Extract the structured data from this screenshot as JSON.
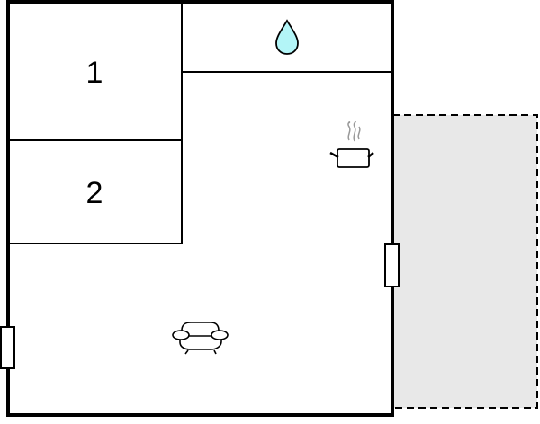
{
  "floorplan": {
    "rooms": [
      {
        "id": "room-1",
        "label": "1",
        "type": "bedroom"
      },
      {
        "id": "room-2",
        "label": "2",
        "type": "bedroom"
      },
      {
        "id": "bathroom",
        "label": "",
        "icon": "water-drop-icon"
      },
      {
        "id": "living-kitchen",
        "label": "",
        "icons": [
          "cooking-pot-icon",
          "sofa-icon"
        ]
      },
      {
        "id": "terrace",
        "label": "",
        "style": "dashed"
      }
    ],
    "openings": [
      {
        "id": "right-wall-door",
        "wall": "right"
      },
      {
        "id": "left-wall-window",
        "wall": "left"
      }
    ]
  },
  "colors": {
    "wall": "#000000",
    "background": "#ffffff",
    "terrace_fill": "#e8e8e8",
    "water_drop": "#b3f5f7",
    "steam": "#999999"
  }
}
